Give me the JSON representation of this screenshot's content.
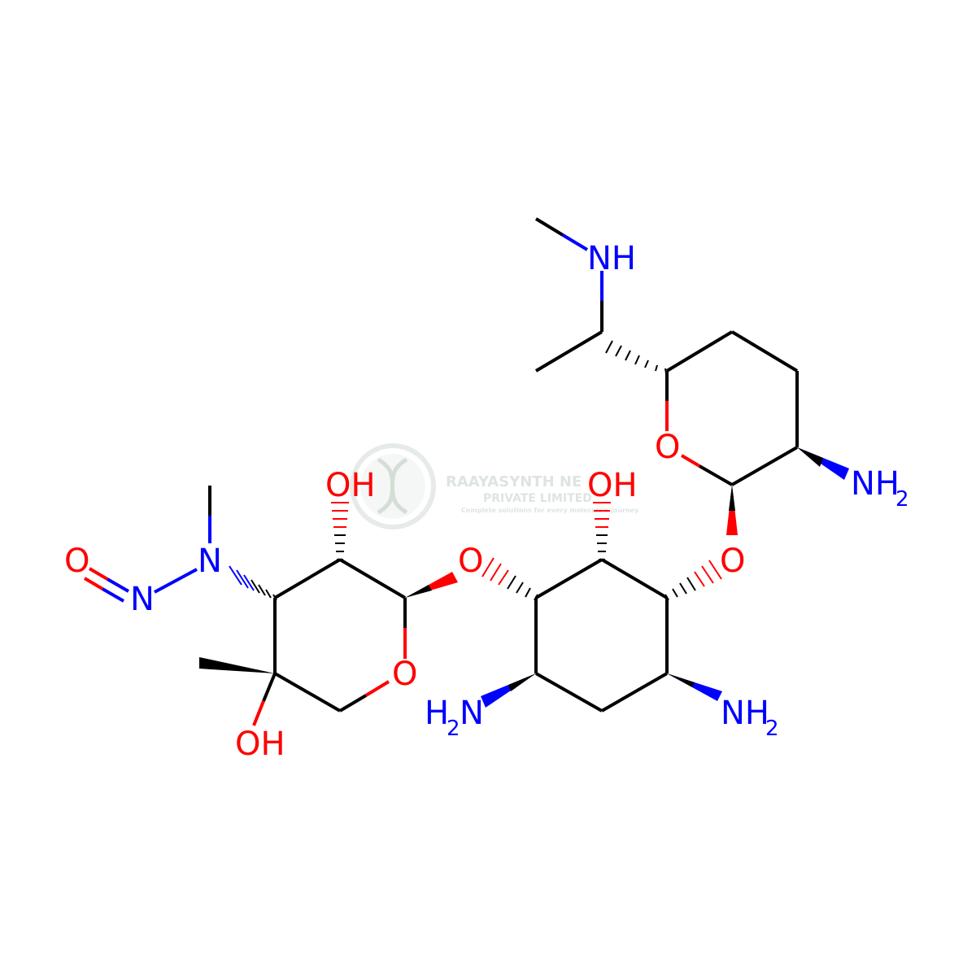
{
  "colors": {
    "carbon_bond": "#000000",
    "oxygen": "#ff0000",
    "nitrogen": "#0000ff",
    "watermark": "#c9d3cc"
  },
  "watermark": {
    "company": "RAAYASYNTH NE",
    "subtitle": "PRIVATE LIMITED",
    "tagline": "Complete solutions for every molecule's journey"
  },
  "atoms": {
    "nh_top": "NH",
    "o_ring_right": "O",
    "nh2_right_ring": "NH",
    "oh_center": "OH",
    "o_link_right": "O",
    "oh_left_ring": "OH",
    "o_link_left": "O",
    "o_nitroso": "O",
    "n_nitroso": "N",
    "n_methyl": "N",
    "o_ring_left": "O",
    "oh_bottom": "OH",
    "nh2_left_center": "N",
    "nh2_left_prefix": "H",
    "nh2_right_center": "NH",
    "sub_2": "2"
  }
}
